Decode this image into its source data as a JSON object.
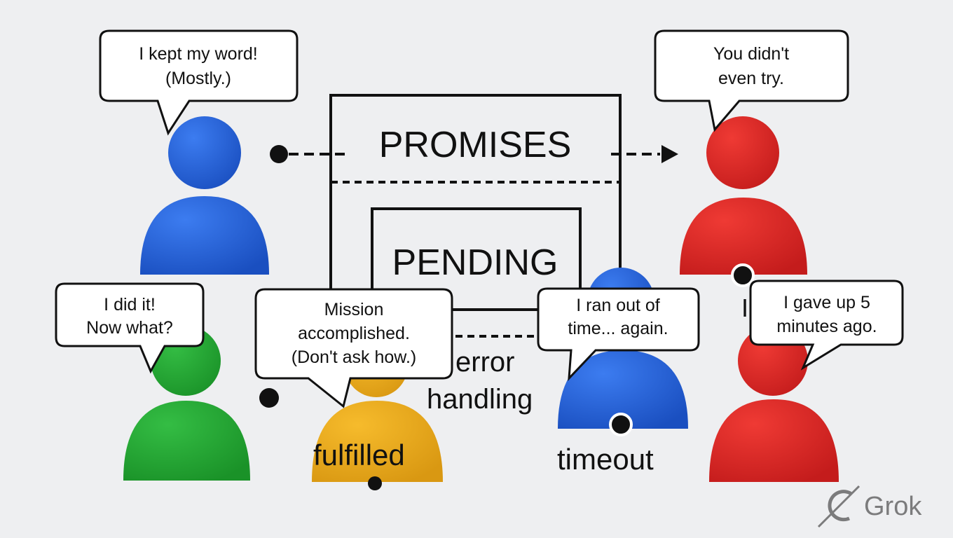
{
  "title": "PROMISES",
  "state": "PENDING",
  "labels": {
    "error": "error",
    "handling": "handling",
    "fulfilled": "fulfilled",
    "timeout": "timeout",
    "stray": "I"
  },
  "bubbles": [
    {
      "line1": "I kept my word!",
      "line2": "(Mostly.)"
    },
    {
      "line1": "You didn't",
      "line2": "even try."
    },
    {
      "line1": "I did it!",
      "line2": "Now what?"
    },
    {
      "line1": "Mission",
      "line2": "accomplished.",
      "line3": "(Don't ask how.)"
    },
    {
      "line1": "I ran out of",
      "line2": "time... again."
    },
    {
      "line1": "I gave up 5",
      "line2": "minutes ago."
    }
  ],
  "colors": {
    "blue": "#1f5fd6",
    "red": "#d92424",
    "green": "#23a735",
    "yellow": "#eaa81c",
    "background": "#eeeff1"
  },
  "watermark": "Grok"
}
